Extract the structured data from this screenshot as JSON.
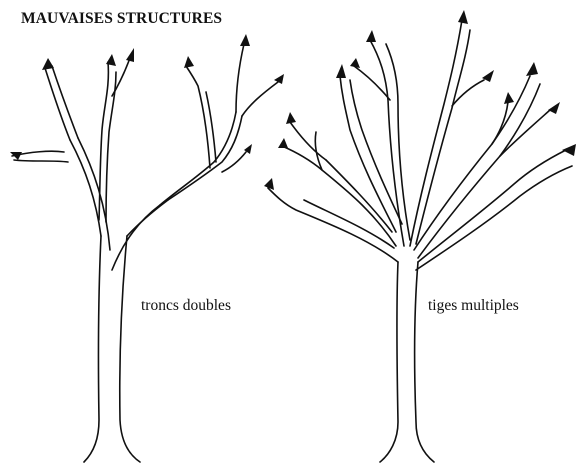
{
  "title": "MAUVAISES STRUCTURES",
  "labels": {
    "left_tree": "troncs doubles",
    "right_tree": "tiges multiples"
  },
  "colors": {
    "ink": "#111111",
    "background": "#ffffff"
  }
}
